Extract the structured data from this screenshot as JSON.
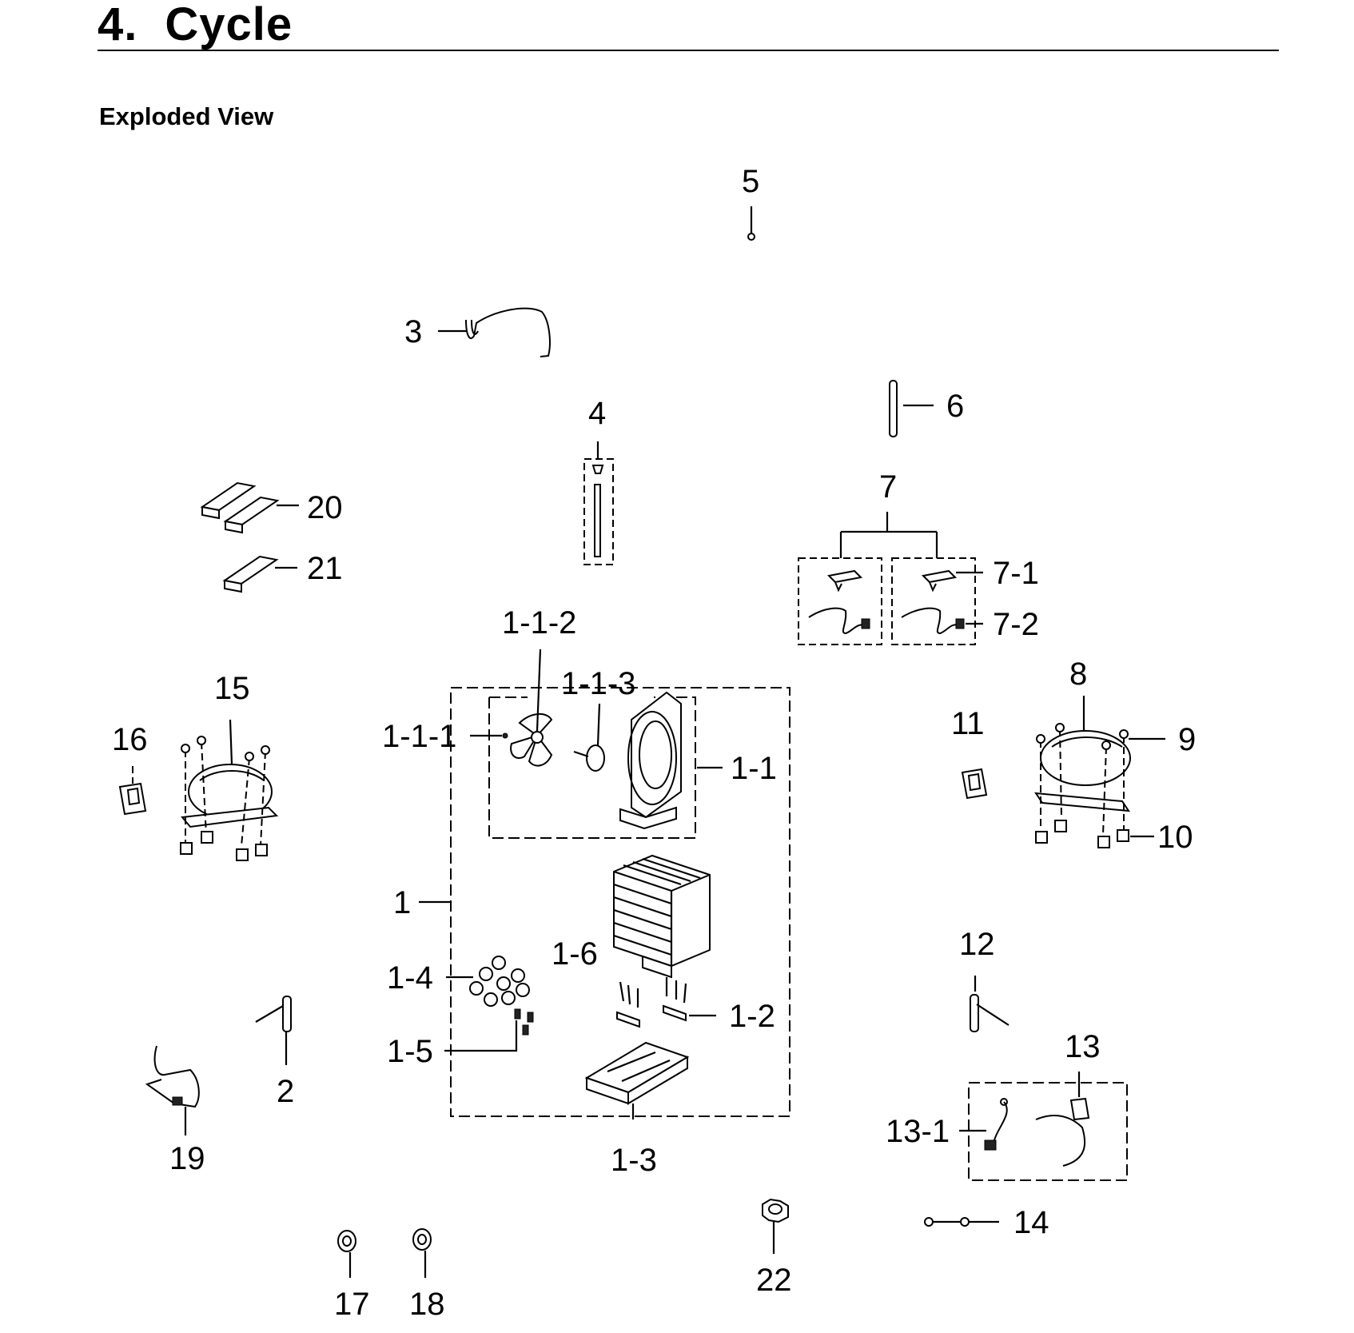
{
  "header": {
    "section_number": "4.",
    "section_title": "Cycle",
    "subtitle": "Exploded View"
  },
  "callouts": {
    "c1": "1",
    "c1_1": "1-1",
    "c1_1_1": "1-1-1",
    "c1_1_2": "1-1-2",
    "c1_1_3": "1-1-3",
    "c1_2": "1-2",
    "c1_3": "1-3",
    "c1_4": "1-4",
    "c1_5": "1-5",
    "c1_6": "1-6",
    "c2": "2",
    "c3": "3",
    "c4": "4",
    "c5": "5",
    "c6": "6",
    "c7": "7",
    "c7_1": "7-1",
    "c7_2": "7-2",
    "c8": "8",
    "c9": "9",
    "c10": "10",
    "c11": "11",
    "c12": "12",
    "c13": "13",
    "c13_1": "13-1",
    "c14": "14",
    "c15": "15",
    "c16": "16",
    "c17": "17",
    "c18": "18",
    "c19": "19",
    "c20": "20",
    "c21": "21",
    "c22": "22"
  }
}
